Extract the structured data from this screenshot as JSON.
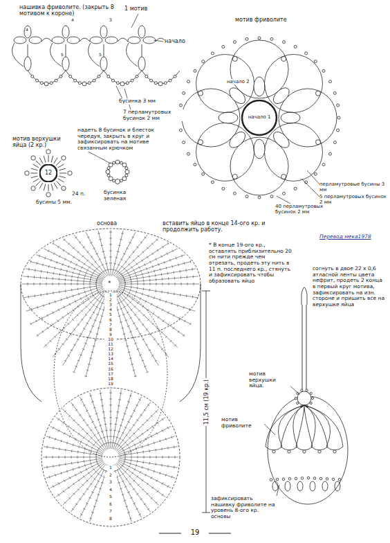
{
  "diagram": {
    "nodes": [
      {
        "text": [
          "начало 1"
        ]
      },
      {
        "text": [
          "12"
        ]
      }
    ],
    "labels": [
      "нашивка фриволите. (закрыть 8 мотивом к короне)",
      "1 мотив",
      "начало",
      "бусинка 3 мм",
      "7 перламутровых бусинок 2 мм",
      "надеть 8 бусинок и блесток чередуя, закрыть в круг и зафиксировать на мотиве связанным крючком",
      "мотив верхушки яйца (2 кр.)",
      "бусины 5 мм.",
      "24 п.",
      "бусинка зеленая",
      "мотив фриволите",
      "начало 2",
      "перламутровые бусины 3 мм",
      "5 перламутровых бусинок 2 мм",
      "40 перламутровых бусинок 2 мм",
      "основа",
      "вставить яйцо в конце 14-ого кр. и продолжить работу.",
      "Перевод мека1978",
      "*",
      "* В конце 19-ого кр., оставлять приблизительно 20 см нити прежде чем отрезать, продеть эту нить в 11 п. последнего кр., стянуть и зафиксировать чтобы образовать яйцо",
      "11,5 см (19 кр.)",
      "согнуть в двое 22 х 0,6 атласной ленты цвета нефрит, продеть 2 конца в первый круг мотива, зафиксировать на изн. стороне и пришить все на верхушке яйца",
      "мотив верхушки яйца.",
      "мотив фриволите",
      "зафиксировать нашивку фриволите на уровень 8-ого кр. основы",
      "19",
      "4",
      "4",
      "3",
      "5",
      "5",
      "1",
      "2",
      "3",
      "4",
      "5",
      "6",
      "7",
      "8",
      "9",
      "10",
      "11",
      "12",
      "13",
      "14",
      "15",
      "16",
      "17",
      "18",
      "19",
      "1",
      "2",
      "3",
      "4",
      "5",
      "6",
      "7",
      "8"
    ]
  }
}
